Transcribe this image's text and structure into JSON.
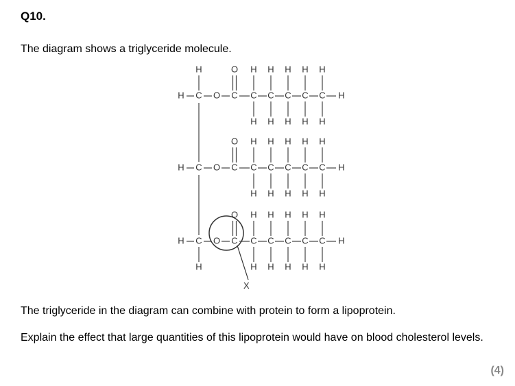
{
  "question": {
    "number": "Q10.",
    "intro": "The diagram shows a triglyceride molecule.",
    "text_1": "The triglyceride in the diagram can combine with protein to form a lipoprotein.",
    "text_2": "Explain the effect that large quantities of this lipoprotein would have on blood cholesterol levels.",
    "marks": "(4)"
  },
  "diagram": {
    "atom_h": "H",
    "atom_c": "C",
    "atom_o": "O",
    "label_x": "X"
  }
}
